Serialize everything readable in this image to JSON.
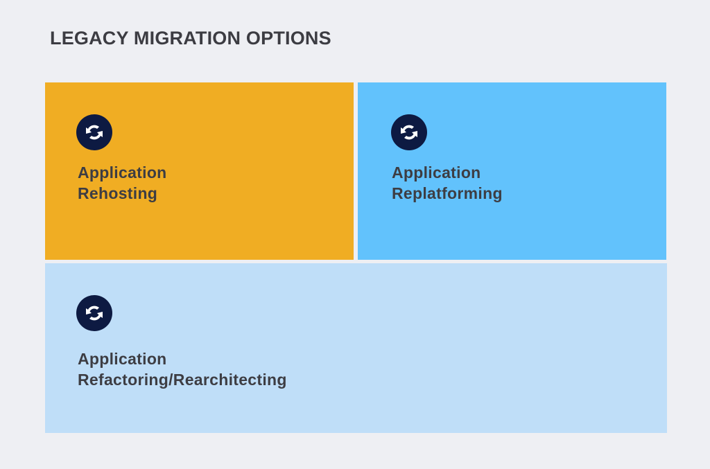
{
  "title": "LEGACY MIGRATION OPTIONS",
  "colors": {
    "background": "#eeeff3",
    "rehosting": "#f0ad23",
    "replatforming": "#62c2fc",
    "refactoring": "#bfdef8",
    "icon_bg": "#0d1a42",
    "text": "#3d3d43"
  },
  "cards": [
    {
      "icon": "refresh-arrows-icon",
      "line1": "Application",
      "line2": "Rehosting"
    },
    {
      "icon": "refresh-arrows-icon",
      "line1": "Application",
      "line2": "Replatforming"
    },
    {
      "icon": "refresh-arrows-icon",
      "line1": "Application",
      "line2": "Refactoring/Rearchitecting"
    }
  ]
}
